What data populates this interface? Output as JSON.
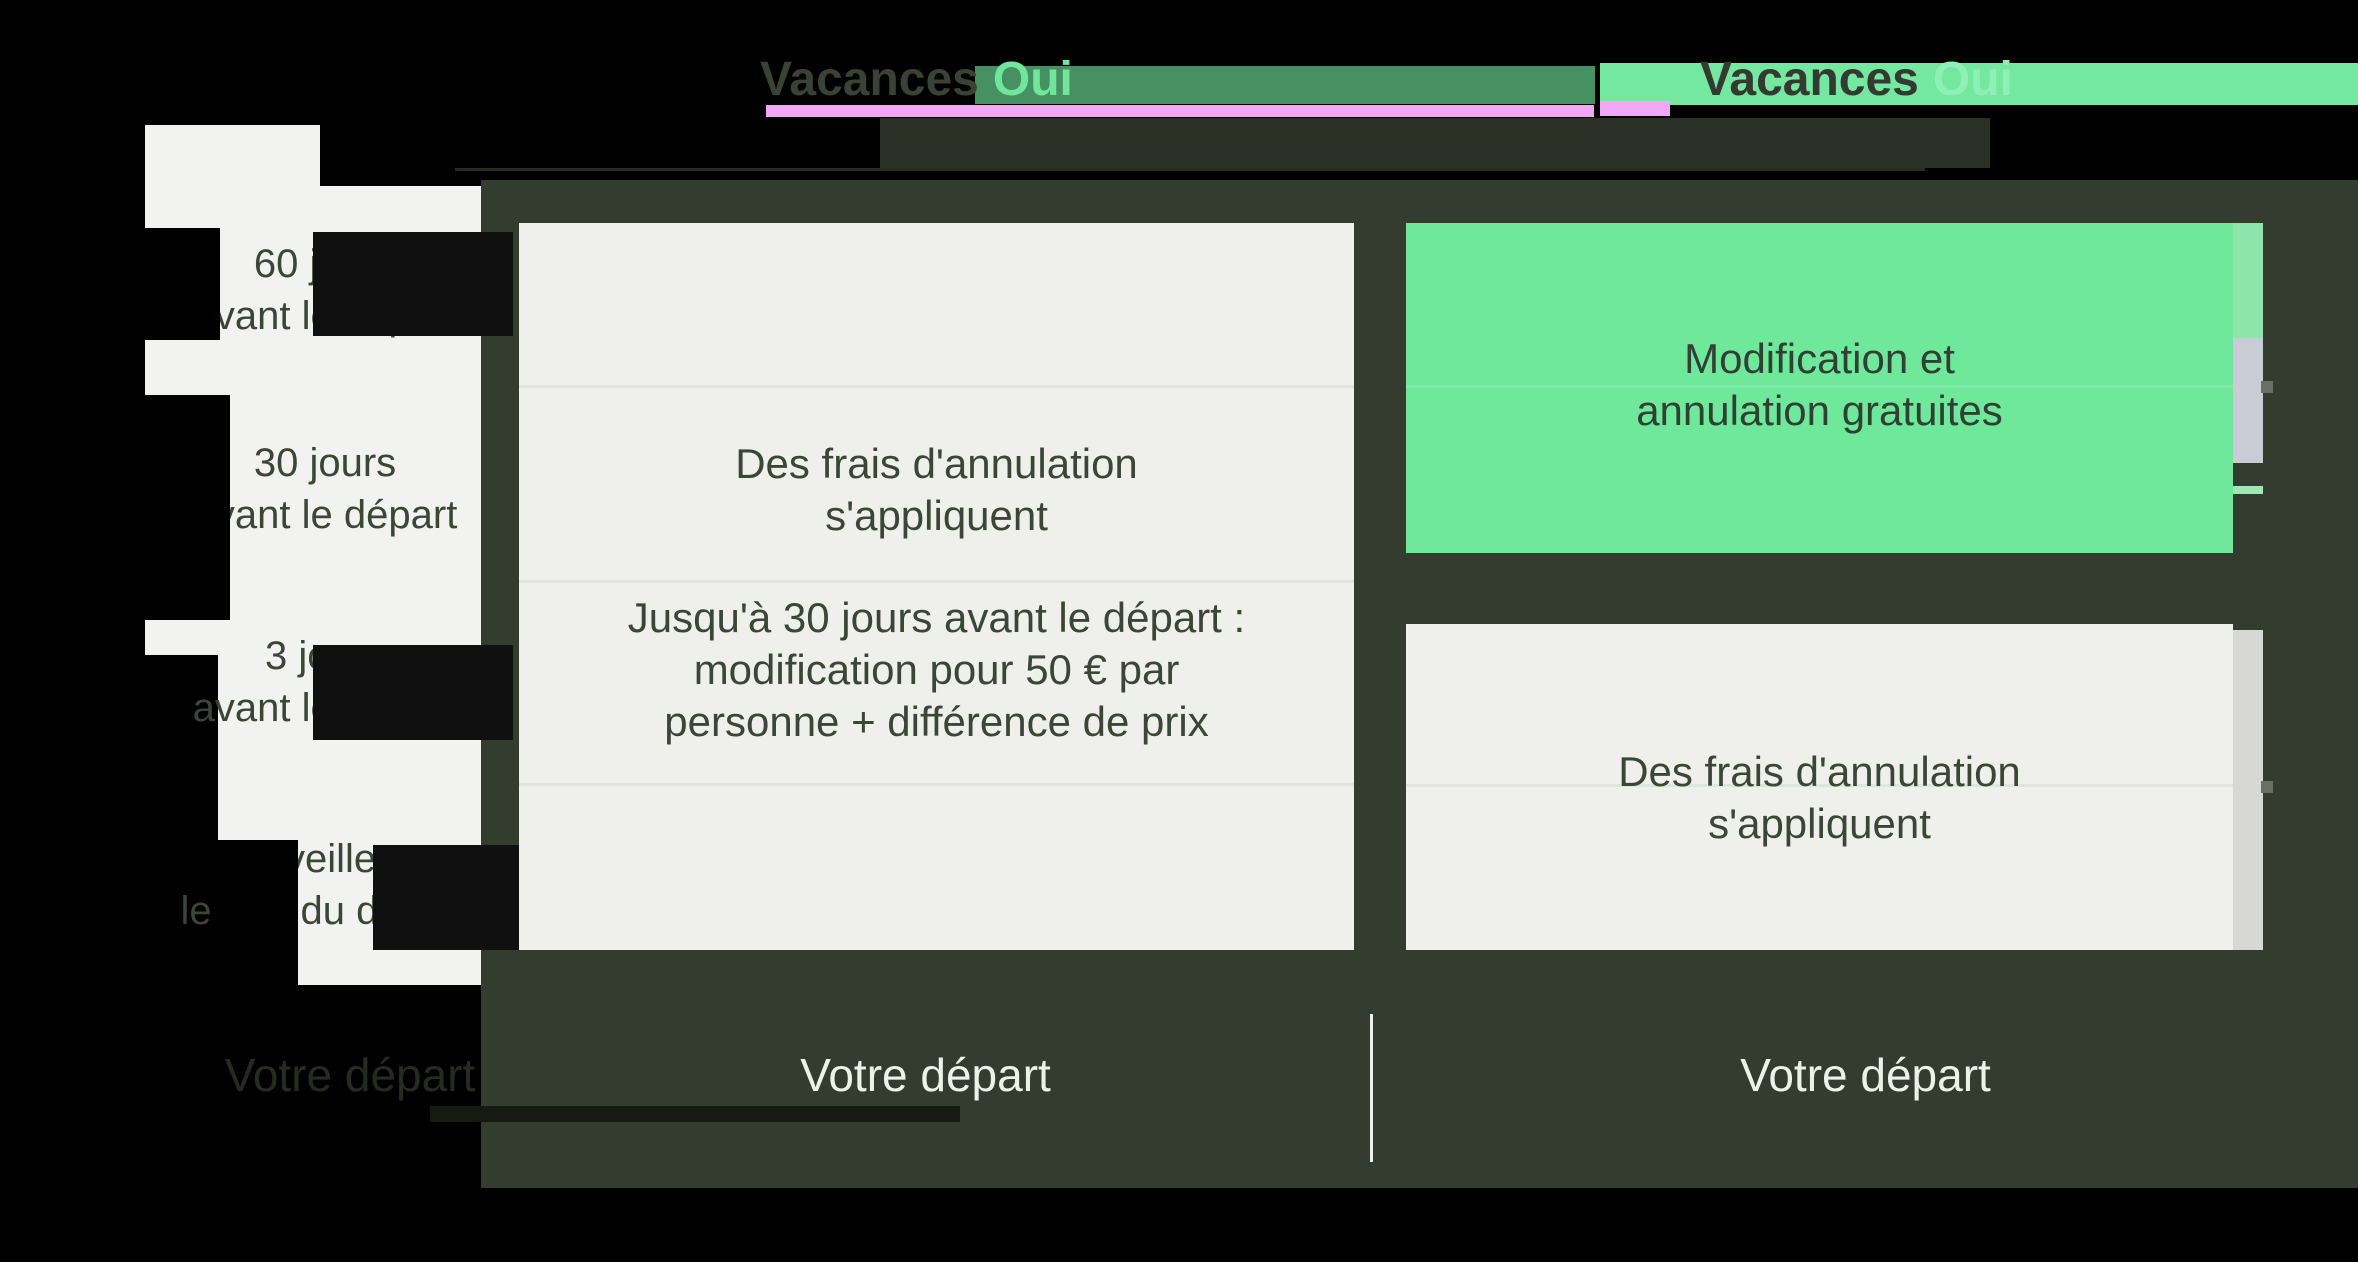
{
  "colors": {
    "background": "#000000",
    "panel_dark_olive": "#343B2F",
    "box_light": "#EFF0EC",
    "box_green": "#6FE89B",
    "accent_green": "#71E49D",
    "accent_pink": "#F1A7F3",
    "text_dark": "#3C4637",
    "text_light": "#EDF2E9",
    "label_strip": "#F2F2F0"
  },
  "header": {
    "left": {
      "brand": "Vacances",
      "accent": "Oui"
    },
    "right": {
      "brand": "Vacances",
      "accent": "Oui"
    }
  },
  "timeline_labels": [
    "60 jours\navant le départ",
    "30 jours\navant le départ",
    "3 jours\navant le départ",
    "La veille et\nle jour du départ"
  ],
  "left_column": {
    "cancellation_text": "Des frais d'annulation\ns'appliquent",
    "modification_text": "Jusqu'à 30 jours avant le départ :\nmodification pour 50 € par\npersonne + différence de prix",
    "departure_label": "Votre départ"
  },
  "right_column": {
    "free_text": "Modification et\nannulation gratuites",
    "cancellation_text": "Des frais d'annulation\ns'appliquent",
    "departure_label": "Votre départ"
  },
  "ghost": {
    "departure_label": "Votre départ"
  }
}
